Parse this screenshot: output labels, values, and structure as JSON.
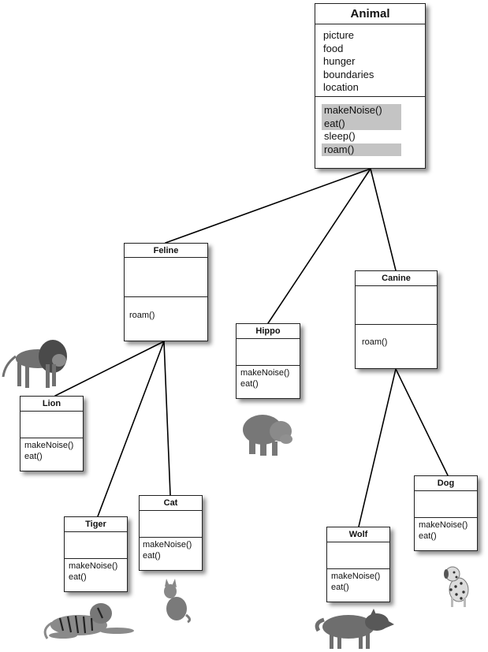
{
  "classes": {
    "animal": {
      "name": "Animal",
      "attributes": [
        "picture",
        "food",
        "hunger",
        "boundaries",
        "location"
      ],
      "methods": [
        {
          "label": "makeNoise()",
          "overridden": true
        },
        {
          "label": "eat()",
          "overridden": true
        },
        {
          "label": "sleep()",
          "overridden": false
        },
        {
          "label": "roam()",
          "overridden": true
        }
      ]
    },
    "feline": {
      "name": "Feline",
      "methods": [
        "roam()"
      ]
    },
    "hippo": {
      "name": "Hippo",
      "methods": [
        "makeNoise()",
        "eat()"
      ]
    },
    "canine": {
      "name": "Canine",
      "methods": [
        "roam()"
      ]
    },
    "lion": {
      "name": "Lion",
      "methods": [
        "makeNoise()",
        "eat()"
      ]
    },
    "tiger": {
      "name": "Tiger",
      "methods": [
        "makeNoise()",
        "eat()"
      ]
    },
    "cat": {
      "name": "Cat",
      "methods": [
        "makeNoise()",
        "eat()"
      ]
    },
    "wolf": {
      "name": "Wolf",
      "methods": [
        "makeNoise()",
        "eat()"
      ]
    },
    "dog": {
      "name": "Dog",
      "methods": [
        "makeNoise()",
        "eat()"
      ]
    }
  },
  "colors": {
    "line": "#000000",
    "highlight": "#c4c4c4",
    "animal_fill": "#6a6a6a"
  }
}
